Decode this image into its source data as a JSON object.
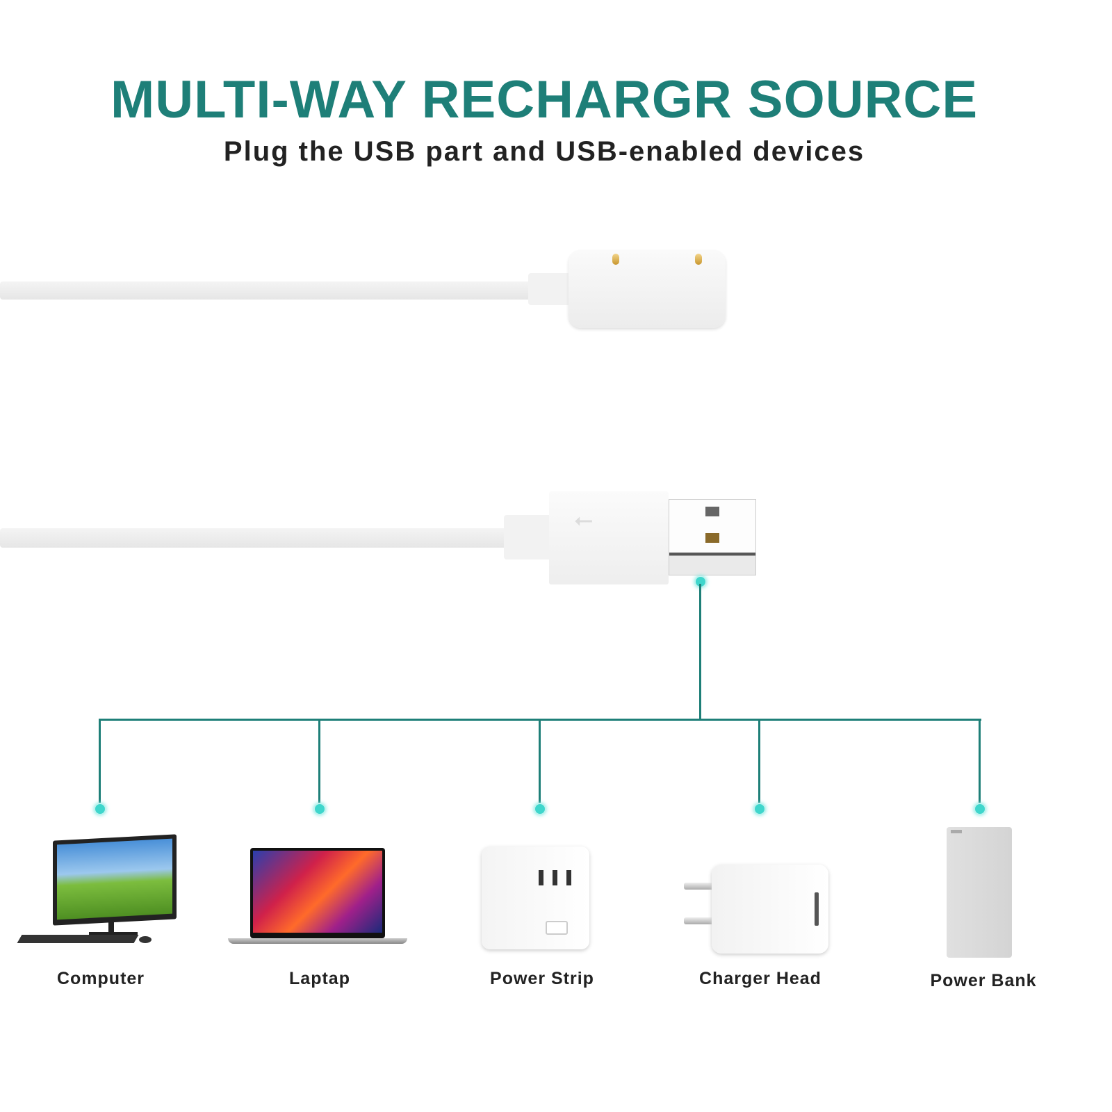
{
  "header": {
    "title": "MULTI-WAY RECHARGR SOURCE",
    "subtitle": "Plug the USB part and USB-enabled devices"
  },
  "devices": [
    {
      "label": "Computer",
      "icon": "computer-icon"
    },
    {
      "label": "Laptap",
      "icon": "laptop-icon"
    },
    {
      "label": "Power Strip",
      "icon": "power-strip-icon"
    },
    {
      "label": "Charger Head",
      "icon": "charger-head-icon"
    },
    {
      "label": "Power Bank",
      "icon": "power-bank-icon"
    }
  ],
  "colors": {
    "accent": "#1e7f78",
    "dot": "#3fd6cc",
    "text": "#222222"
  }
}
